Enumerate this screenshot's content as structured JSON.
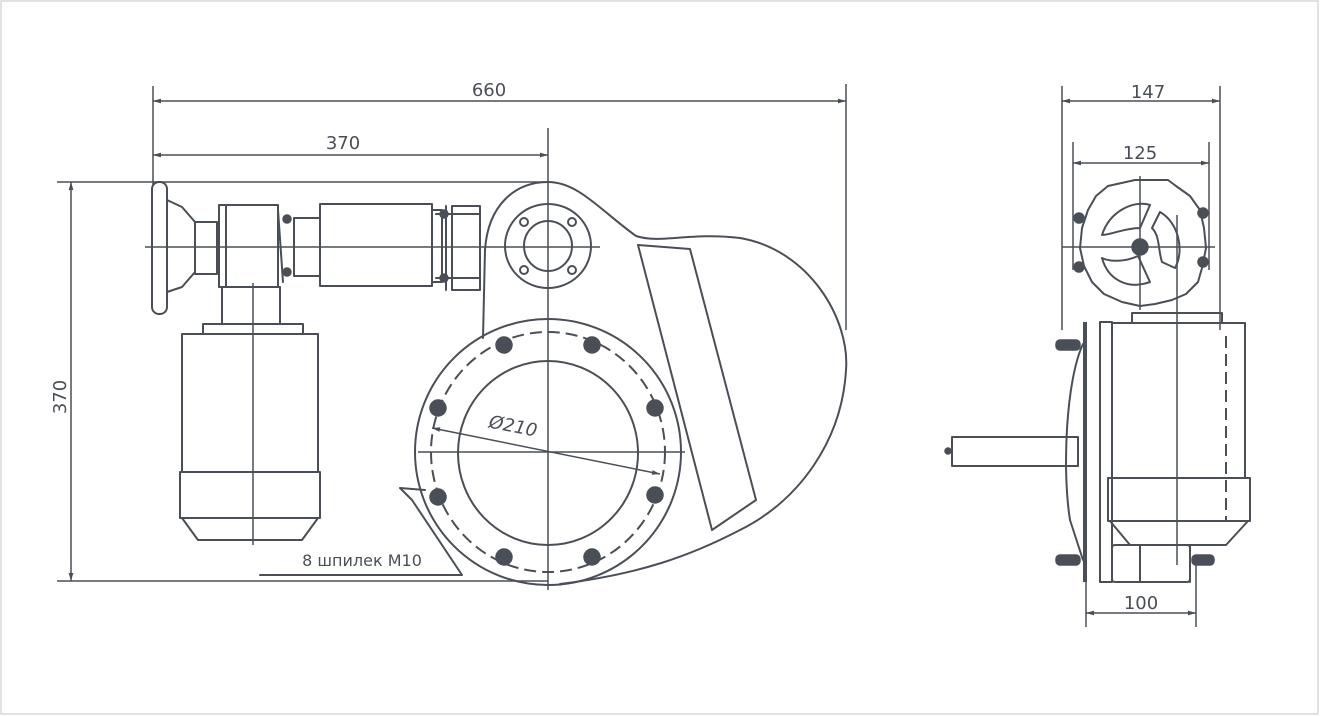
{
  "drawing": {
    "front_view": {
      "dim_total_width": "660",
      "dim_axis_offset": "370",
      "dim_height": "370",
      "dim_bolt_circle": "Ø210",
      "stud_note": "8 шпилек М10"
    },
    "side_view": {
      "dim_overall_width": "147",
      "dim_handwheel": "125",
      "dim_base": "100"
    },
    "line_color": "#4a4f57"
  }
}
